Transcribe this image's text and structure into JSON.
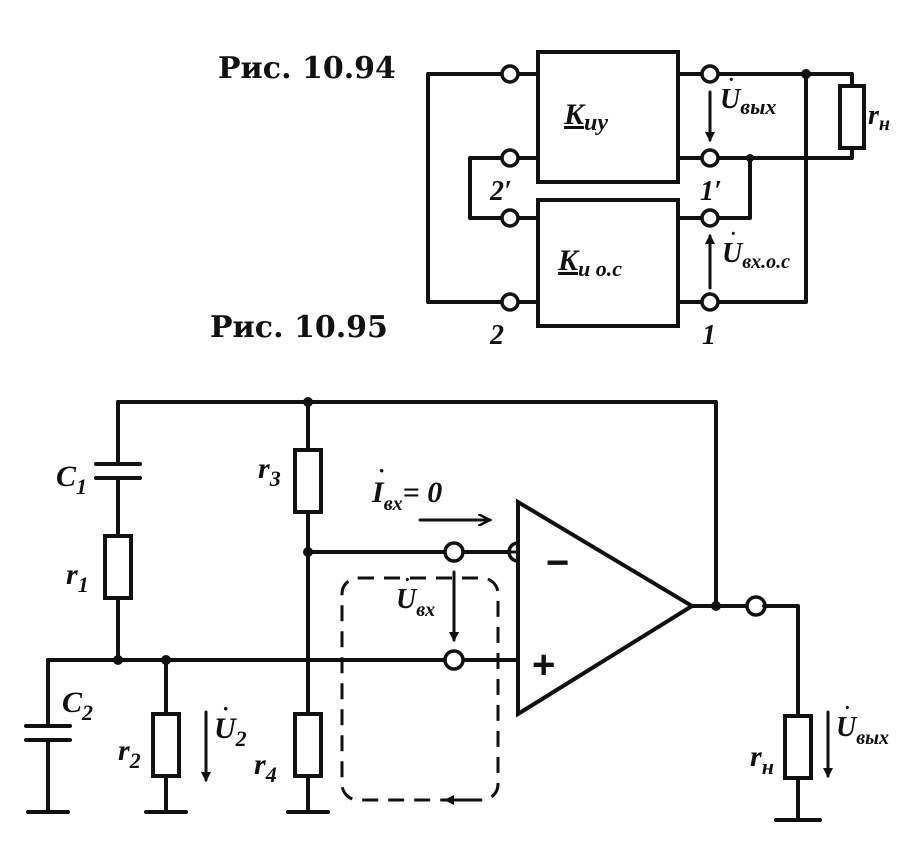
{
  "figures": {
    "fig94_caption": "Рис. 10.94",
    "fig95_caption": "Рис. 10.95"
  },
  "fig94": {
    "amp_block": "K",
    "amp_block_sub": "иу",
    "fb_block": "K",
    "fb_block_sub": "и о.с",
    "out_voltage": "U",
    "out_voltage_sub": "вых",
    "fb_in_voltage": "U",
    "fb_in_voltage_sub": "вх.о.с",
    "load": "r",
    "load_sub": "н",
    "node_2prime": "2′",
    "node_1prime": "1′",
    "node_2": "2",
    "node_1": "1"
  },
  "fig95": {
    "c1": "C",
    "c1_sub": "1",
    "c2": "C",
    "c2_sub": "2",
    "r1": "r",
    "r1_sub": "1",
    "r2": "r",
    "r2_sub": "2",
    "r3": "r",
    "r3_sub": "3",
    "r4": "r",
    "r4_sub": "4",
    "rn": "r",
    "rn_sub": "н",
    "i_in": "I",
    "i_in_sub": "вх",
    "i_in_value": "= 0",
    "u_in": "U",
    "u_in_sub": "вх",
    "u2": "U",
    "u2_sub": "2",
    "u_out": "U",
    "u_out_sub": "вых",
    "minus": "−",
    "plus": "+"
  }
}
